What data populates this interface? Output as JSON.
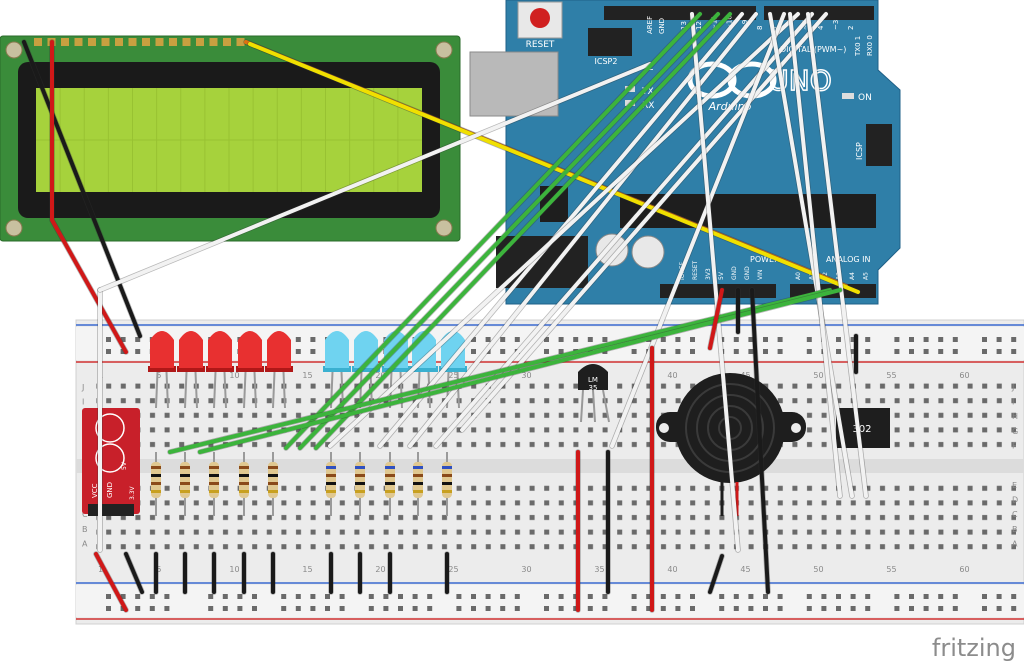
{
  "brand": "fritzing",
  "arduino": {
    "logo_text": "UNO",
    "brand_text": "Arduino",
    "reset_label": "RESET",
    "icsp2_label": "ICSP2",
    "icsp_label": "ICSP",
    "on_label": "ON",
    "tx_label": "TX",
    "rx_label": "RX",
    "l_label": "L",
    "aref_label": "AREF",
    "gnd_label": "GND",
    "digital_label": "DIGITAL (PWM~)",
    "txd_label": "TX0 1",
    "rxd_label": "RX0 0",
    "power_label": "POWER",
    "analog_label": "ANALOG IN",
    "power_pins": [
      "IOREF",
      "RESET",
      "3V3",
      "5V",
      "GND",
      "GND",
      "VIN"
    ],
    "analog_pins": [
      "A0",
      "A1",
      "A2",
      "A3",
      "A4",
      "A5"
    ],
    "digital_numbers": [
      "13",
      "12",
      "~11",
      "~10",
      "~9",
      "8",
      "7",
      "~6",
      "~5",
      "4",
      "~3",
      "2"
    ]
  },
  "breadboard": {
    "column_numbers_top": [
      "1",
      "5",
      "10",
      "15",
      "20",
      "25",
      "30",
      "35",
      "40",
      "45",
      "50",
      "55",
      "60"
    ],
    "column_numbers_bottom": [
      "1",
      "5",
      "10",
      "15",
      "20",
      "25",
      "30",
      "35",
      "40",
      "45",
      "50",
      "55",
      "60"
    ],
    "row_letters_top": [
      "J",
      "I",
      "H",
      "G",
      "F"
    ],
    "row_letters_bottom": [
      "E",
      "D",
      "C",
      "B",
      "A"
    ]
  },
  "components": {
    "sensor_label": "LM\n35",
    "sensor_line1": "LM",
    "sensor_line2": "35",
    "ic_label": "302",
    "module_labels": [
      "VCC",
      "GND",
      "5V",
      "3.3V"
    ],
    "module_label_vcc": "VCC",
    "module_label_gnd": "GND",
    "module_label_5v": "5V",
    "module_label_33": "3.3V"
  },
  "colors": {
    "arduino_board": "#2f7fa8",
    "lcd_board": "#3a8c3a",
    "lcd_screen": "#a6d23c",
    "breadboard": "#eeeeee",
    "led_red": "#e83030",
    "led_blue": "#6fd3f0",
    "wire_green": "#3cb43c",
    "wire_white": "#f2f2f2",
    "wire_black": "#1a1a1a",
    "wire_red": "#d01818",
    "wire_yellow": "#f0e000",
    "wire_orange": "#e07010",
    "module_red": "#c8202a"
  }
}
